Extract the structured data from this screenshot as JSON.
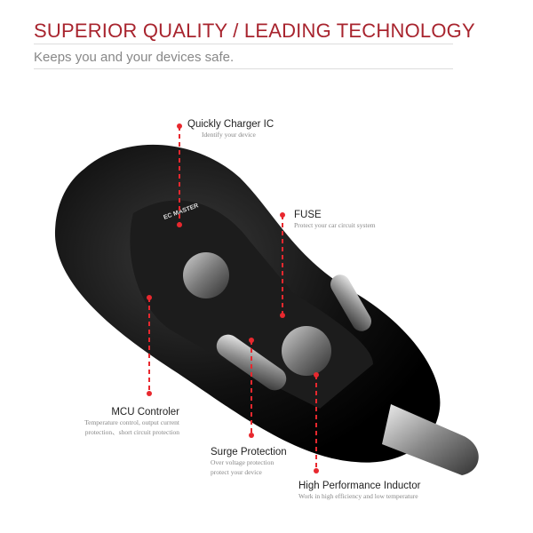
{
  "header": {
    "title": "SUPERIOR QUALITY / LEADING TECHNOLOGY",
    "subtitle": "Keeps you and your devices safe."
  },
  "product": {
    "brand_logo": "EC MASTER"
  },
  "callouts": [
    {
      "title": "Quickly Charger IC",
      "lines": [
        "Identify your device"
      ]
    },
    {
      "title": "FUSE",
      "lines": [
        "Protect your car circuit system"
      ]
    },
    {
      "title": "MCU Controler",
      "lines": [
        "Temperature control, output current",
        "protection、short circuit protection"
      ]
    },
    {
      "title": "Surge Protection",
      "lines": [
        "Over voltage protection",
        "protect your device"
      ]
    },
    {
      "title": "High Performance Inductor",
      "lines": [
        "Work in high efficiency and low temperature"
      ]
    }
  ],
  "colors": {
    "accent": "#a8242e",
    "marker": "#e8282e"
  }
}
